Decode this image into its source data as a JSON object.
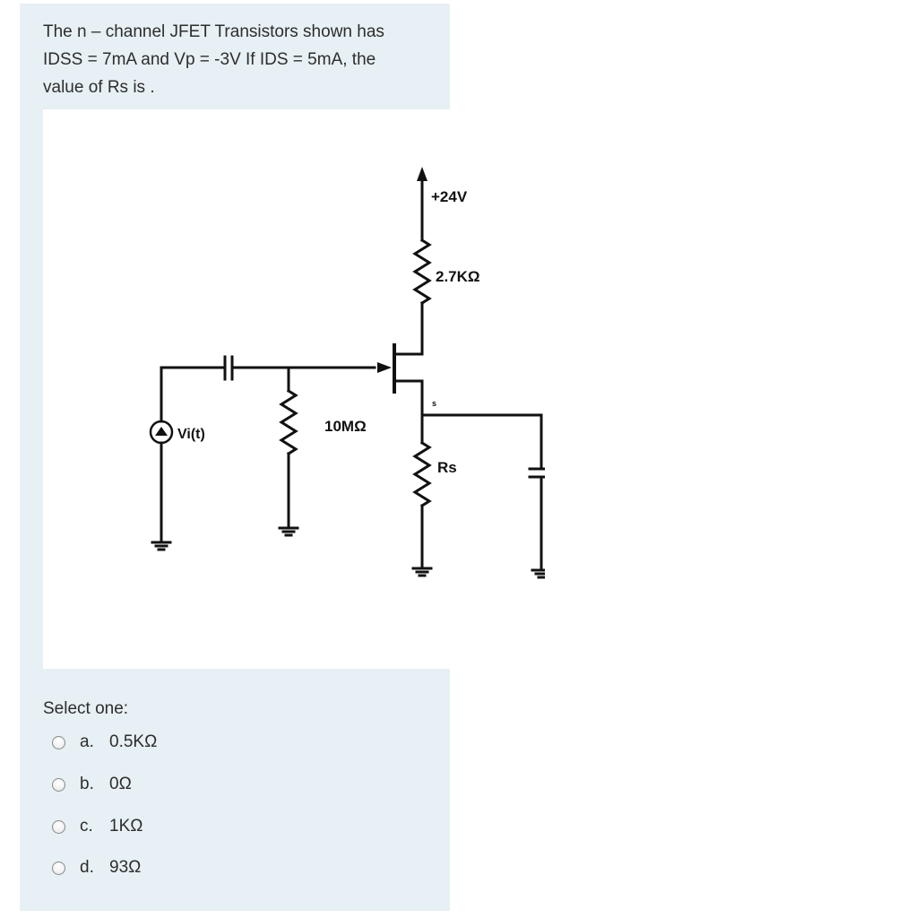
{
  "question": {
    "lines": [
      "The n – channel JFET Transistors shown has",
      "IDSS = 7mA and Vp = -3V If IDS = 5mA, the",
      "value of Rs is ."
    ]
  },
  "circuit": {
    "supply_label": "+24V",
    "drain_resistor_label": "2.7KΩ",
    "gate_resistor_label": "10MΩ",
    "source_resistor_label": "Rs",
    "source_pin_label": "s",
    "input_source_label": "Vi(t)"
  },
  "answers": {
    "prompt": "Select one:",
    "options": [
      {
        "letter": "a.",
        "text": "0.5KΩ"
      },
      {
        "letter": "b.",
        "text": "0Ω"
      },
      {
        "letter": "c.",
        "text": "1KΩ"
      },
      {
        "letter": "d.",
        "text": "93Ω"
      }
    ]
  }
}
